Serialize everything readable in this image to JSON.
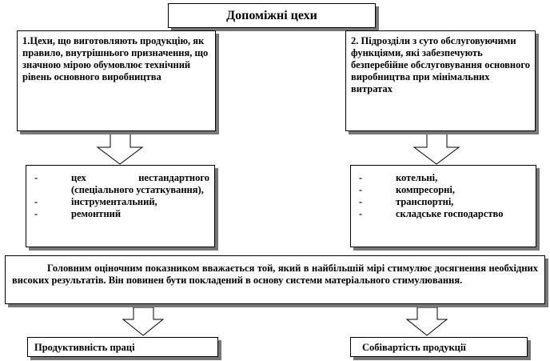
{
  "title": "Допоміжні цехи",
  "group1": {
    "text": "1.Цехи, що виготовляють продукцію, як правило, внутрішнього призначення, що значною мірою обумовлює технічний рівень основного виробництва",
    "items": [
      "цех нестандартного (спеціального устаткування),",
      "інструментальний,",
      "ремонтний"
    ]
  },
  "group2": {
    "text": "2. Підрозділи з суто обслуговуючими функціями, які забезпечують безперебійне обслуговування основного виробництва при мінімальних витратах",
    "items": [
      "котельні,",
      "компресорні,",
      "транспортні,",
      "складське господарство"
    ]
  },
  "criterion": "Головним оціночним показником вважається той, який в найбільшій мірі стимулює досягнення необхідних високих результатів. Він повинен бути покладений в основу системи матеріального стимулювання.",
  "outcome_left": "Продуктивність праці",
  "outcome_right": "Собівартість продукції",
  "dash": "-"
}
